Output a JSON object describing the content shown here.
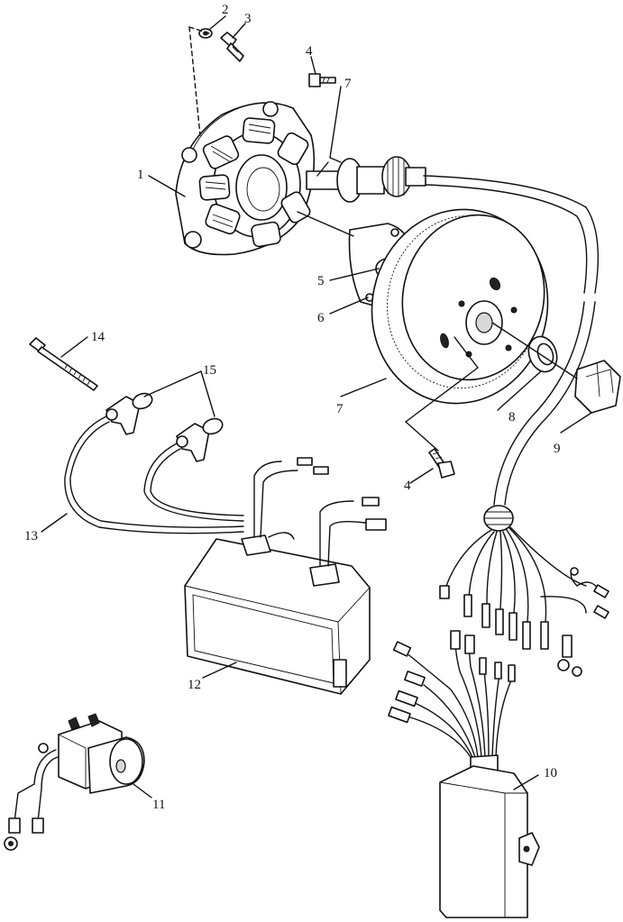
{
  "callouts": {
    "c1": "1",
    "c2": "2",
    "c3": "3",
    "c4a": "4",
    "c4b": "4",
    "c5": "5",
    "c6": "6",
    "c7a": "7",
    "c7b": "7",
    "c8": "8",
    "c9": "9",
    "c10": "10",
    "c11": "11",
    "c12": "12",
    "c13": "13",
    "c14": "14",
    "c15": "15"
  }
}
